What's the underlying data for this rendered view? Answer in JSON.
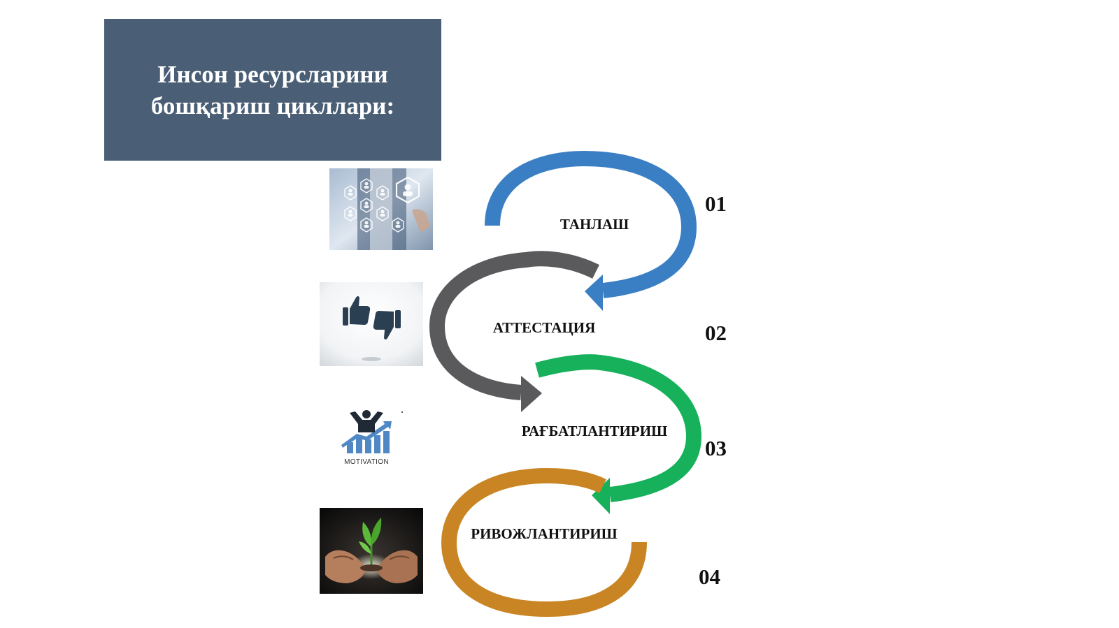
{
  "title": {
    "line1": "Инсон ресурсларини",
    "line2": "бошқариш цикллари:"
  },
  "steps": [
    {
      "number": "01",
      "label": "ТАНЛАШ",
      "color": "#3a7fc4",
      "icon": "people-network-icon"
    },
    {
      "number": "02",
      "label": "АТТЕСТАЦИЯ",
      "color": "#5a5a5c",
      "icon": "thumbs-up-down-icon"
    },
    {
      "number": "03",
      "label": "РАҒБАТЛАНТИРИШ",
      "color": "#16b15a",
      "icon": "motivation-icon"
    },
    {
      "number": "04",
      "label": "РИВОЖЛАНТИРИШ",
      "color": "#c98524",
      "icon": "hands-plant-icon"
    }
  ],
  "motivation_caption": "MOTIVATION",
  "colors": {
    "title_bg": "#4a5e75",
    "title_text": "#ffffff"
  }
}
